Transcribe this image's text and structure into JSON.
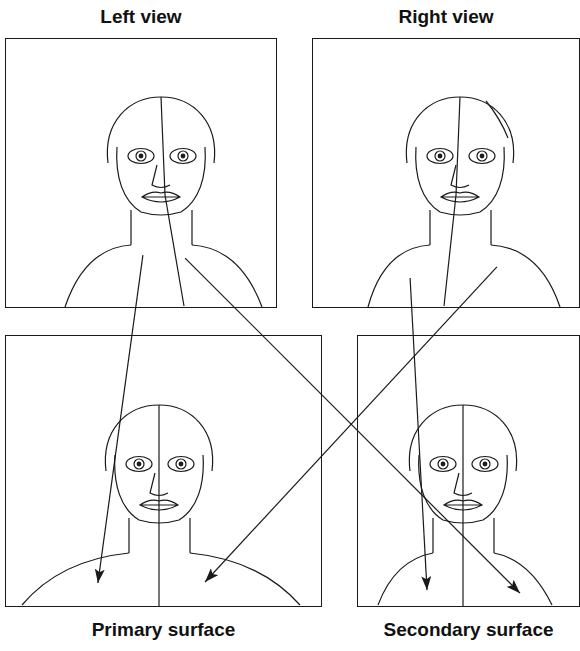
{
  "diagram": {
    "nodes": [
      {
        "text": [
          "Left view"
        ]
      },
      {
        "text": [
          "Right view"
        ]
      },
      {
        "text": [
          "Primary surface"
        ]
      },
      {
        "text": [
          "Secondary surface"
        ]
      }
    ],
    "edges": [
      {
        "from": 0,
        "to": 2,
        "arrow": "to"
      },
      {
        "from": 0,
        "to": 3,
        "arrow": "to"
      },
      {
        "from": 1,
        "to": 3,
        "arrow": "to"
      },
      {
        "from": 1,
        "to": 2,
        "arrow": "to"
      }
    ]
  }
}
